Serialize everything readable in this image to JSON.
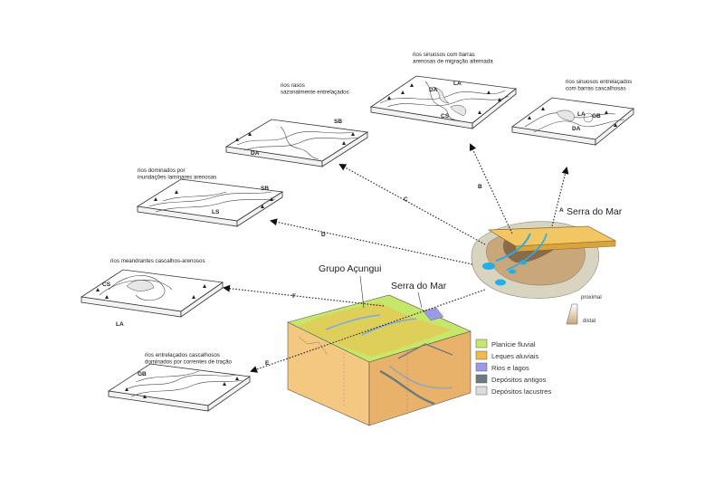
{
  "captions": {
    "b": "rios sinuosos com barras arenosas de migração alternada",
    "a": "rios sinuosos entrelaçados com barras cascalhosas",
    "c": "rios rasos sazonalmente entrelaçados",
    "d": "rios dominados por inundações laminares arenosas",
    "f": "rios meandrantes cascalhos-arenosos",
    "e": "rios entrelaçados cascalhosos dominados por correntes de tração"
  },
  "arrow_letters": {
    "a": "A",
    "b": "B",
    "c": "C",
    "d": "D",
    "e": "E",
    "f": "F"
  },
  "block_labels": {
    "b_da": "DA",
    "b_la": "LA",
    "b_cs": "CS",
    "a_la": "LA",
    "a_gb": "GB",
    "a_da": "DA",
    "c_sb": "SB",
    "c_da": "DA",
    "d_sb": "SB",
    "d_ls": "LS",
    "f_cs": "CS",
    "f_la": "LA",
    "e_gb": "GB"
  },
  "places": {
    "serra_do_mar_main": "Serra do Mar",
    "grupo_acungui": "Grupo Açungui",
    "serra_do_mar_block": "Serra do Mar"
  },
  "gradient": {
    "top": "proximal",
    "bottom": "distal"
  },
  "legend": [
    {
      "label": "Planície fluvial",
      "color": "#c6e86a"
    },
    {
      "label": "Leques aluviais",
      "color": "#f2b94c"
    },
    {
      "label": "Rios e lagos",
      "color": "#9a9ae6"
    },
    {
      "label": "Depósitos antigos",
      "color": "#6f7a80"
    },
    {
      "label": "Depósitos lacustres",
      "color": "#dcdcdc"
    }
  ]
}
